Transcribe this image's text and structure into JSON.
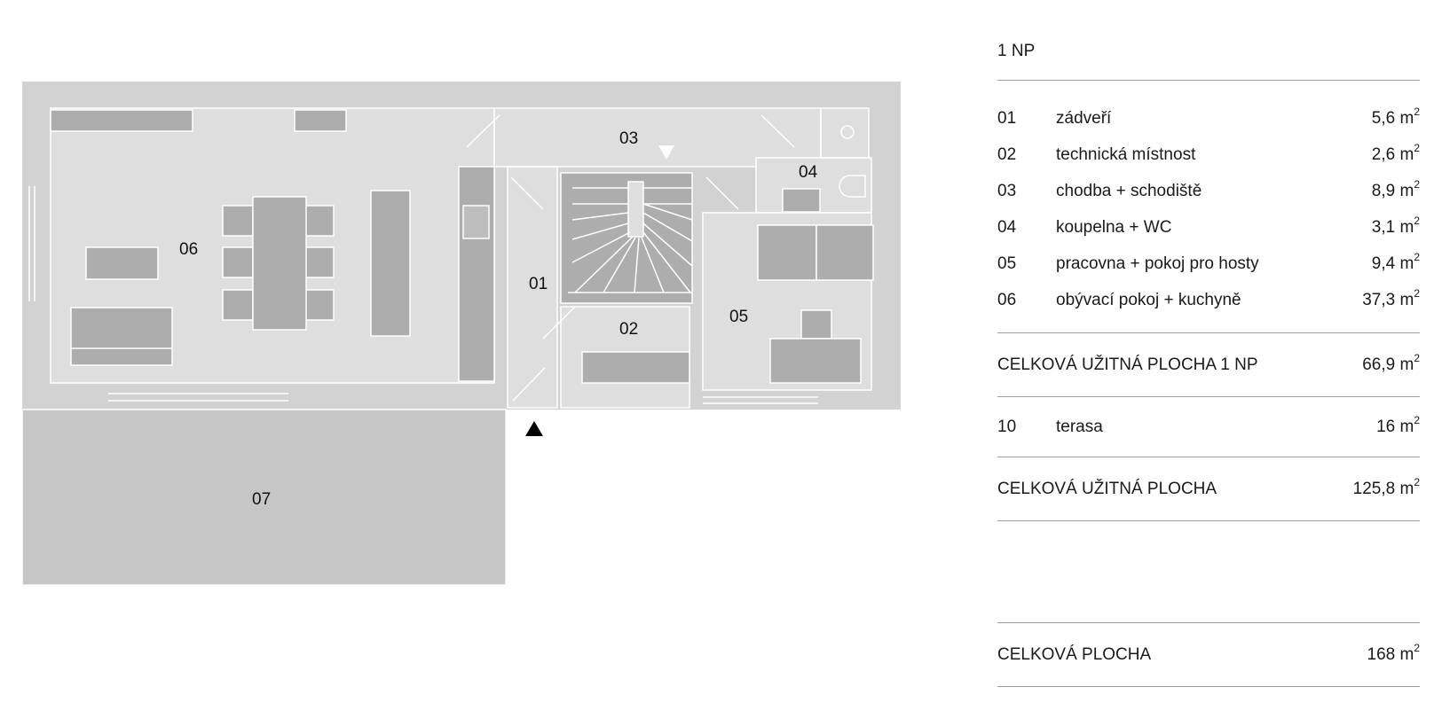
{
  "plan": {
    "room_labels": [
      "01",
      "02",
      "03",
      "04",
      "05",
      "06",
      "07"
    ],
    "colors": {
      "wall": "#d2d2d2",
      "floor": "#dedede",
      "furniture": "#adadad",
      "terrace": "#c6c6c6",
      "line": "#ffffff",
      "marker": "#000000"
    },
    "icons": [
      "entrance-arrow-up-icon",
      "stair-direction-arrow-down-icon",
      "toilet-icon",
      "sink-icon"
    ]
  },
  "legend": {
    "floor_title": "1 NP",
    "unit": "m",
    "unit_exp": "2",
    "rooms": [
      {
        "num": "01",
        "name": "zádveří",
        "area": "5,6"
      },
      {
        "num": "02",
        "name": "technická místnost",
        "area": "2,6"
      },
      {
        "num": "03",
        "name": "chodba + schodiště",
        "area": "8,9"
      },
      {
        "num": "04",
        "name": "koupelna + WC",
        "area": "3,1"
      },
      {
        "num": "05",
        "name": "pracovna + pokoj pro hosty",
        "area": "9,4"
      },
      {
        "num": "06",
        "name": "obývací pokoj + kuchyně",
        "area": "37,3"
      }
    ],
    "floor_total": {
      "label": "CELKOVÁ UŽITNÁ PLOCHA 1 NP",
      "area": "66,9"
    },
    "terrace": {
      "num": "10",
      "name": "terasa",
      "area": "16"
    },
    "usable_total": {
      "label": "CELKOVÁ UŽITNÁ PLOCHA",
      "area": "125,8"
    },
    "grand_total": {
      "label": "CELKOVÁ PLOCHA",
      "area": "168"
    }
  }
}
